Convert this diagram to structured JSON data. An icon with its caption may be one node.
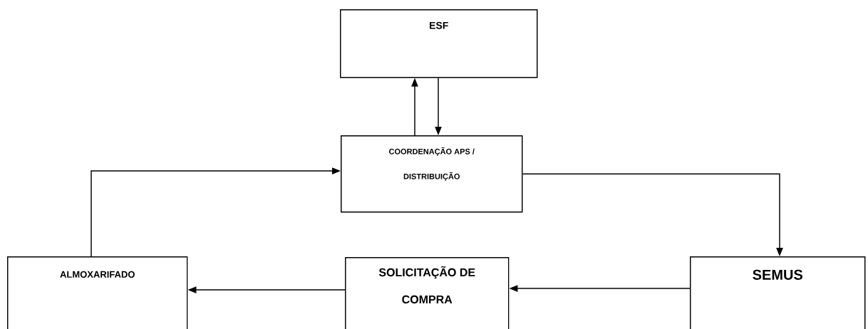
{
  "diagram": {
    "nodes": [
      {
        "text": [
          "ESF"
        ]
      },
      {
        "text": [
          "COORDENAÇÃO APS / DISTRIBUIÇÃO"
        ]
      },
      {
        "text": [
          "ALMOXARIFADO"
        ]
      },
      {
        "text": [
          "SOLICITAÇÃO DE COMPRA"
        ]
      },
      {
        "text": [
          "SEMUS"
        ]
      }
    ],
    "edges": [
      {
        "from": 1,
        "to": 0,
        "arrow": "to"
      },
      {
        "from": 0,
        "to": 1,
        "arrow": "to"
      },
      {
        "from": 1,
        "to": 4,
        "arrow": "to"
      },
      {
        "from": 4,
        "to": 3,
        "arrow": "to"
      },
      {
        "from": 3,
        "to": 2,
        "arrow": "to"
      },
      {
        "from": 2,
        "to": 1,
        "arrow": "to"
      }
    ]
  }
}
